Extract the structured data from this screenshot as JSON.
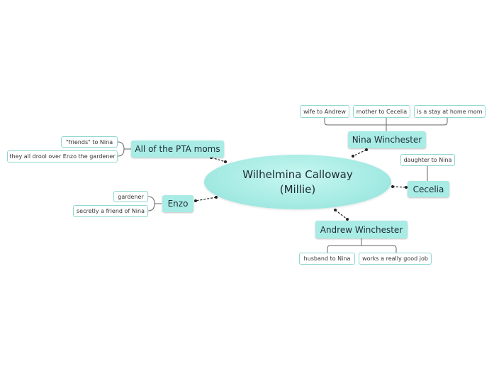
{
  "central": {
    "line1": "Wilhelmina Calloway",
    "line2": "(Millie)"
  },
  "main_topics": [
    {
      "id": "nina",
      "label": "Nina Winchester",
      "subtopics": [
        "wife to Andrew",
        "mother to Cecelia",
        "is a stay at home mom"
      ]
    },
    {
      "id": "pta",
      "label": "All of the PTA moms",
      "subtopics": [
        "\"friends\" to Nina",
        "they all drool over Enzo the gardener"
      ]
    },
    {
      "id": "cecelia",
      "label": "Cecelia",
      "subtopics": [
        "daughter to Nina"
      ]
    },
    {
      "id": "enzo",
      "label": "Enzo",
      "subtopics": [
        "gardener",
        "secretly a friend of Nina"
      ]
    },
    {
      "id": "andrew",
      "label": "Andrew Winchester",
      "subtopics": [
        "husband to Nina",
        "works a really good job"
      ]
    }
  ],
  "colors": {
    "node_fill": "#a8ece5",
    "sub_border": "#8fd8d0",
    "line": "#555555"
  }
}
